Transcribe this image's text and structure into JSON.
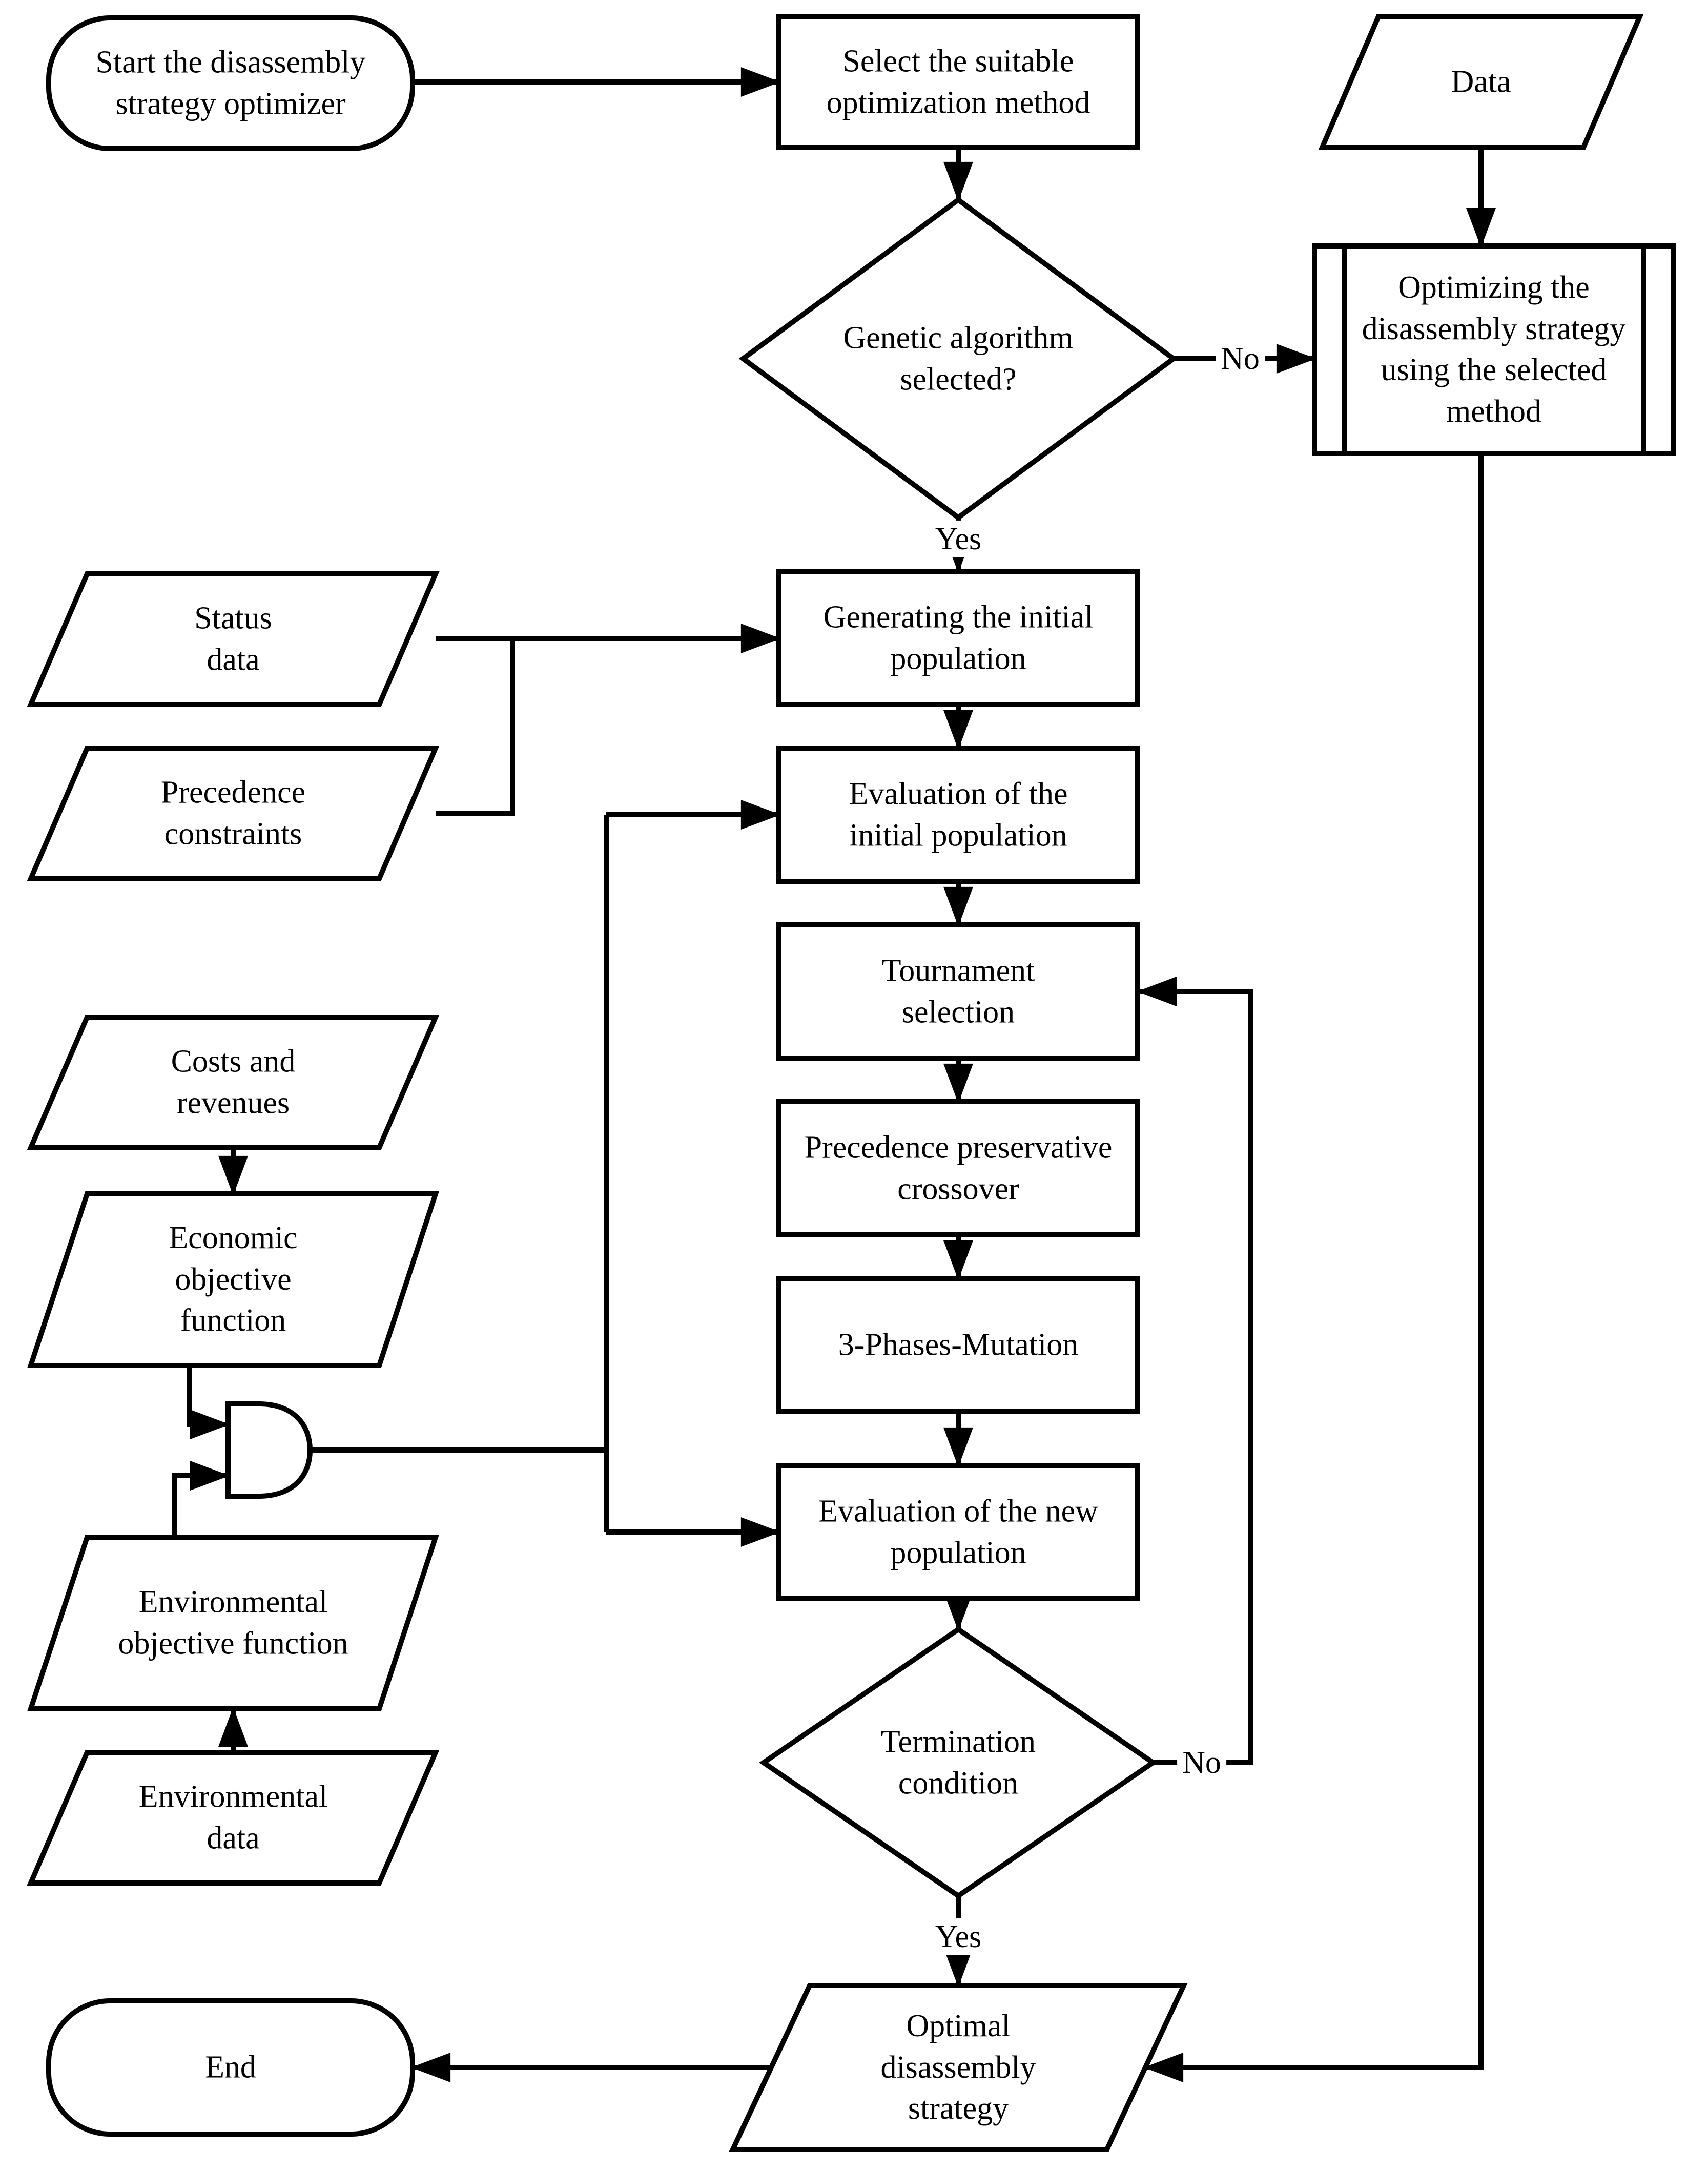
{
  "diagram": {
    "title": "Disassembly strategy optimizer flowchart",
    "colors": {
      "stroke": "#000000",
      "fill": "#ffffff",
      "background": "#ffffff",
      "text": "#000000"
    },
    "nodes": {
      "start": {
        "shape": "stadium",
        "label": "Start the disassembly strategy optimizer"
      },
      "select_method": {
        "shape": "process",
        "label": "Select the suitable optimization method"
      },
      "data": {
        "shape": "data",
        "label": "Data"
      },
      "genetic_decision": {
        "shape": "decision",
        "label": "Genetic algorithm selected?"
      },
      "optimize_selected": {
        "shape": "predefined-process",
        "label": "Optimizing the disassembly strategy using the selected method"
      },
      "status_data": {
        "shape": "data",
        "label": "Status data"
      },
      "precedence_constraints": {
        "shape": "data",
        "label": "Precedence constraints"
      },
      "generate_population": {
        "shape": "process",
        "label": "Generating the initial population"
      },
      "evaluate_initial": {
        "shape": "process",
        "label": "Evaluation of the initial population"
      },
      "tournament": {
        "shape": "process",
        "label": "Tournament selection"
      },
      "crossover": {
        "shape": "process",
        "label": "Precedence preservative crossover"
      },
      "mutation": {
        "shape": "process",
        "label": "3-Phases-Mutation"
      },
      "evaluate_new": {
        "shape": "process",
        "label": "Evaluation of the new population"
      },
      "termination": {
        "shape": "decision",
        "label": "Termination condition"
      },
      "optimal": {
        "shape": "data",
        "label": "Optimal disassembly strategy"
      },
      "end": {
        "shape": "stadium",
        "label": "End"
      },
      "costs": {
        "shape": "data",
        "label": "Costs and revenues"
      },
      "economic": {
        "shape": "data",
        "label": "Economic objective function"
      },
      "env_objective": {
        "shape": "data",
        "label": "Environmental objective function"
      },
      "env_data": {
        "shape": "data",
        "label": "Environmental data"
      },
      "and_gate": {
        "shape": "and-gate",
        "label": ""
      }
    },
    "edge_labels": {
      "yes1": "Yes",
      "no1": "No",
      "yes2": "Yes",
      "no2": "No"
    }
  }
}
